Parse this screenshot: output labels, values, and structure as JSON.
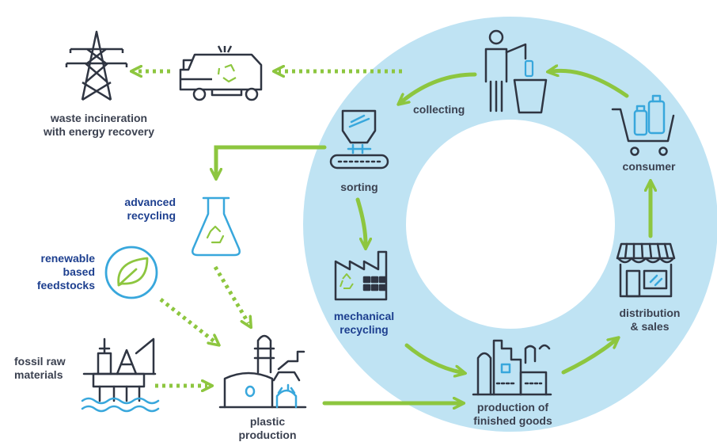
{
  "colors": {
    "ring": "#bfe3f3",
    "arrow": "#8dc63f",
    "icon_line": "#2f3542",
    "icon_accent": "#38a7dc",
    "label_dark": "#3b4150",
    "label_blue": "#1d3f8f"
  },
  "labels": {
    "waste_incineration": "waste incineration\nwith energy recovery",
    "collecting": "collecting",
    "consumer": "consumer",
    "sorting": "sorting",
    "advanced_recycling": "advanced\nrecycling",
    "renewable_feedstocks": "renewable\nbased\nfeedstocks",
    "mechanical_recycling": "mechanical\nrecycling",
    "distribution_sales": "distribution\n& sales",
    "fossil_raw_materials": "fossil raw\nmaterials",
    "plastic_production": "plastic\nproduction",
    "production_finished_goods": "production of\nfinished goods"
  },
  "icons": [
    "power-pylon-icon",
    "garbage-truck-icon",
    "person-bin-icon",
    "shopping-cart-icon",
    "sorting-machine-icon",
    "flask-recycle-icon",
    "leaf-circle-icon",
    "factory-icon",
    "storefront-icon",
    "oil-platform-icon",
    "plastic-plant-icon",
    "goods-factory-icon"
  ]
}
